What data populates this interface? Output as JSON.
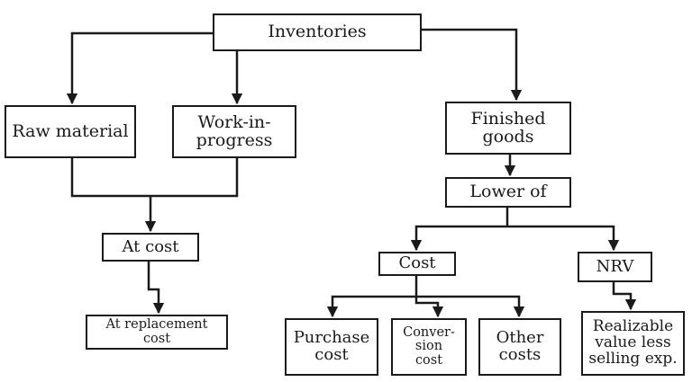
{
  "diagram": {
    "nodes": {
      "inventories": "Inventories",
      "raw_material": "Raw material",
      "wip": "Work-in-\nprogress",
      "finished_goods": "Finished\ngoods",
      "lower_of": "Lower of",
      "at_cost": "At cost",
      "at_replacement_cost": "At replacement\ncost",
      "cost": "Cost",
      "nrv": "NRV",
      "purchase_cost": "Purchase\ncost",
      "conversion_cost": "Conver-\nsion\ncost",
      "other_costs": "Other\ncosts",
      "realizable_value": "Realizable\nvalue less\nselling exp."
    },
    "line_color": "#1a1a1a"
  }
}
